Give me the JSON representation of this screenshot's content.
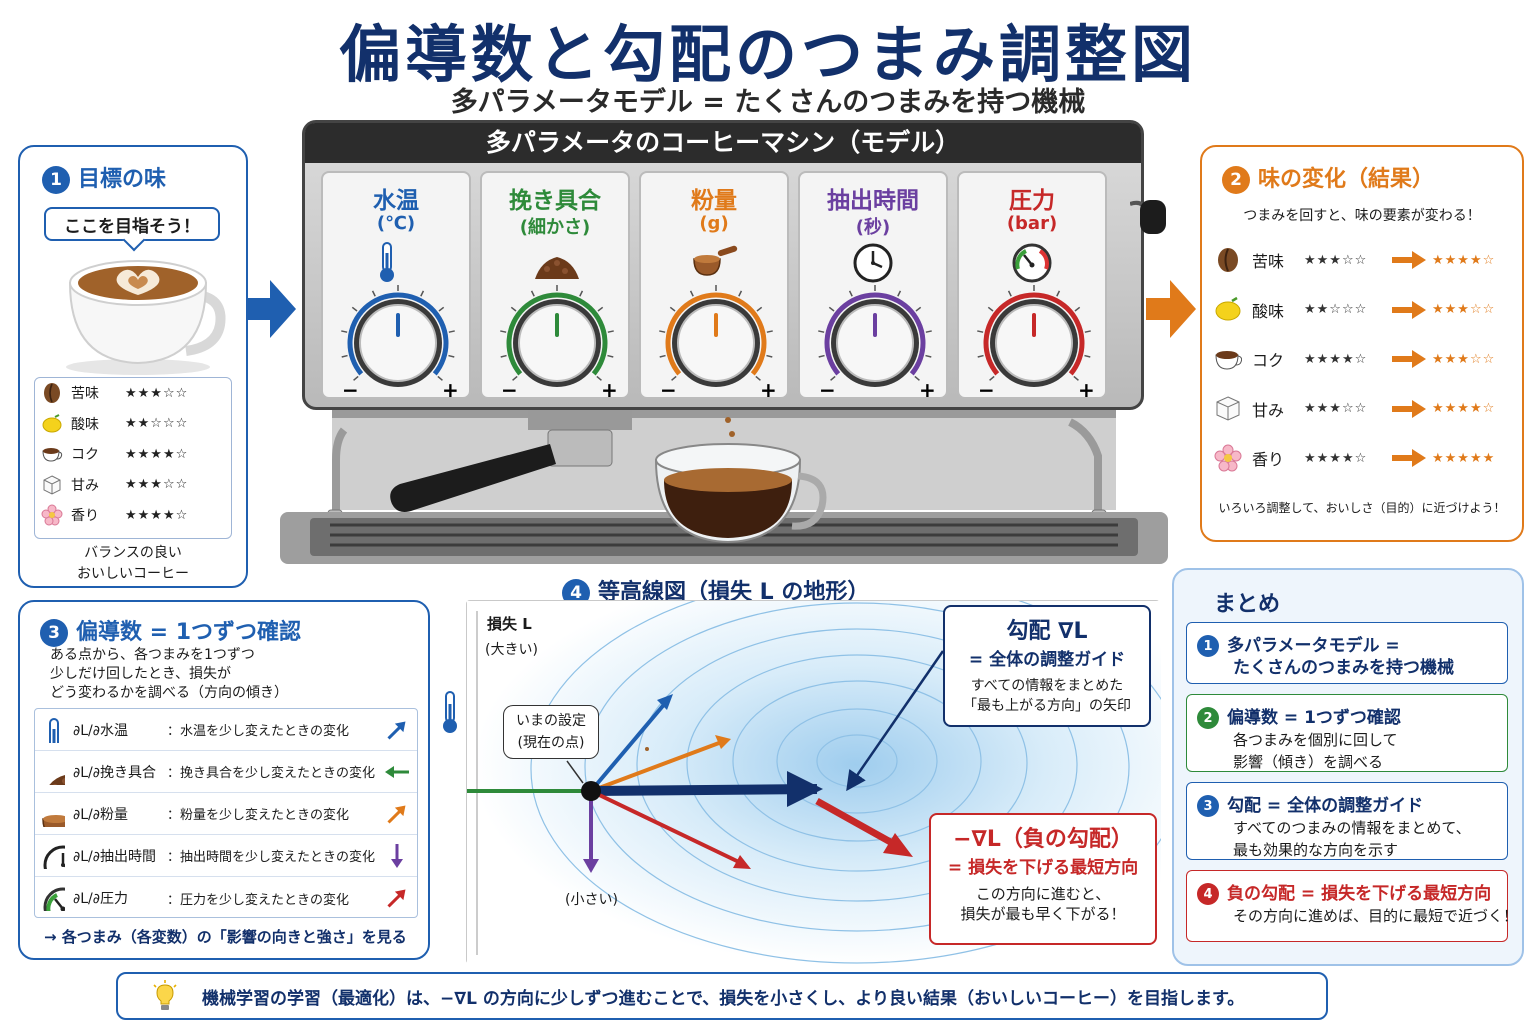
{
  "header": {
    "title": "偏導数と勾配のつまみ調整図",
    "subtitle": "多パラメータモデル = たくさんのつまみを持つ機械"
  },
  "target_panel": {
    "number": "1",
    "title": "目標の味",
    "bubble": "ここを目指そう！",
    "tastes": [
      {
        "name": "苦味",
        "stars": "★★★☆☆",
        "icon": "coffee-bean-icon"
      },
      {
        "name": "酸味",
        "stars": "★★☆☆☆",
        "icon": "lemon-icon"
      },
      {
        "name": "コク",
        "stars": "★★★★☆",
        "icon": "cup-icon"
      },
      {
        "name": "甘み",
        "stars": "★★★☆☆",
        "icon": "sugar-cube-icon"
      },
      {
        "name": "香り",
        "stars": "★★★★☆",
        "icon": "flower-icon"
      }
    ],
    "note_line1": "バランスの良い",
    "note_line2": "おいしいコーヒー"
  },
  "machine": {
    "label": "多パラメータのコーヒーマシン（モデル）",
    "knobs": [
      {
        "name": "水温",
        "unit": "(℃)",
        "color": "#1f5fb0",
        "icon": "thermometer-icon"
      },
      {
        "name": "挽き具合",
        "unit": "(細かさ)",
        "color": "#2e8a3a",
        "icon": "coffee-grounds-icon"
      },
      {
        "name": "粉量",
        "unit": "(g)",
        "color": "#e07a1a",
        "icon": "scoop-icon"
      },
      {
        "name": "抽出時間",
        "unit": "(秒)",
        "color": "#6b3fa0",
        "icon": "clock-icon"
      },
      {
        "name": "圧力",
        "unit": "(bar)",
        "color": "#c62828",
        "icon": "pressure-gauge-icon"
      }
    ],
    "minus": "−",
    "plus": "+"
  },
  "result_panel": {
    "number": "2",
    "title": "味の変化（結果）",
    "description": "つまみを回すと、味の要素が変わる！",
    "changes": [
      {
        "name": "苦味",
        "before": "★★★☆☆",
        "after": "★★★★☆",
        "icon": "coffee-bean-icon"
      },
      {
        "name": "酸味",
        "before": "★★☆☆☆",
        "after": "★★★☆☆",
        "icon": "lemon-icon"
      },
      {
        "name": "コク",
        "before": "★★★★☆",
        "after": "★★★☆☆",
        "icon": "cup-icon"
      },
      {
        "name": "甘み",
        "before": "★★★☆☆",
        "after": "★★★★☆",
        "icon": "sugar-cube-icon"
      },
      {
        "name": "香り",
        "before": "★★★★☆",
        "after": "★★★★★",
        "icon": "flower-icon"
      }
    ],
    "footer": "いろいろ調整して、おいしさ（目的）に近づけよう！"
  },
  "partial_panel": {
    "number": "3",
    "title": "偏導数 = 1つずつ確認",
    "desc_line1": "ある点から、各つまみを1つずつ",
    "desc_line2": "少しだけ回したとき、損失が",
    "desc_line3": "どう変わるかを調べる（方向の傾き）",
    "rows": [
      {
        "symbol": "∂L/∂水温",
        "desc": "：水温を少し変えたときの変化",
        "color": "#1f5fb0",
        "icon": "thermometer-icon"
      },
      {
        "symbol": "∂L/∂挽き具合",
        "desc": "：挽き具合を少し変えたときの変化",
        "color": "#2e8a3a",
        "icon": "coffee-grounds-icon"
      },
      {
        "symbol": "∂L/∂粉量",
        "desc": "：粉量を少し変えたときの変化",
        "color": "#e07a1a",
        "icon": "scoop-icon"
      },
      {
        "symbol": "∂L/∂抽出時間",
        "desc": "：抽出時間を少し変えたときの変化",
        "color": "#6b3fa0",
        "icon": "clock-icon"
      },
      {
        "symbol": "∂L/∂圧力",
        "desc": "：圧力を少し変えたときの変化",
        "color": "#c62828",
        "icon": "pressure-gauge-icon"
      }
    ],
    "footer": "→ 各つまみ（各変数）の「影響の向きと強さ」を見る"
  },
  "contour": {
    "number": "4",
    "title": "等高線図（損失 L の地形）",
    "axis_top": "損失 L",
    "axis_top_sub": "(大きい)",
    "axis_bottom": "(小さい)",
    "current_line1": "いまの設定",
    "current_line2": "(現在の点)",
    "gradient_title": "勾配 ∇L",
    "gradient_sub": "= 全体の調整ガイド",
    "gradient_text1": "すべての情報をまとめた",
    "gradient_text2": "「最も上がる方向」の矢印",
    "neg_title": "−∇L（負の勾配）",
    "neg_sub": "= 損失を下げる最短方向",
    "neg_text1": "この方向に進むと、",
    "neg_text2": "損失が最も早く下がる！"
  },
  "summary": {
    "title": "まとめ",
    "items": [
      {
        "number": "1",
        "title": "多パラメータモデル =",
        "line1": "たくさんのつまみを持つ機械",
        "line2": "",
        "color": "#1f5fb0"
      },
      {
        "number": "2",
        "title": "偏導数 = 1つずつ確認",
        "line1": "各つまみを個別に回して",
        "line2": "影響（傾き）を調べる",
        "color": "#2e8a3a"
      },
      {
        "number": "3",
        "title": "勾配 = 全体の調整ガイド",
        "line1": "すべてのつまみの情報をまとめて、",
        "line2": "最も効果的な方向を示す",
        "color": "#1f5fb0"
      },
      {
        "number": "4",
        "title": "負の勾配 = 損失を下げる最短方向",
        "line1": "その方向に進めば、目的に最短で近づく！",
        "line2": "",
        "color": "#c62828"
      }
    ]
  },
  "bottom": {
    "text": "機械学習の学習（最適化）は、−∇L の方向に少しずつ進むことで、損失を小さくし、より良い結果（おいしいコーヒー）を目指します。",
    "icon": "lightbulb-icon"
  }
}
